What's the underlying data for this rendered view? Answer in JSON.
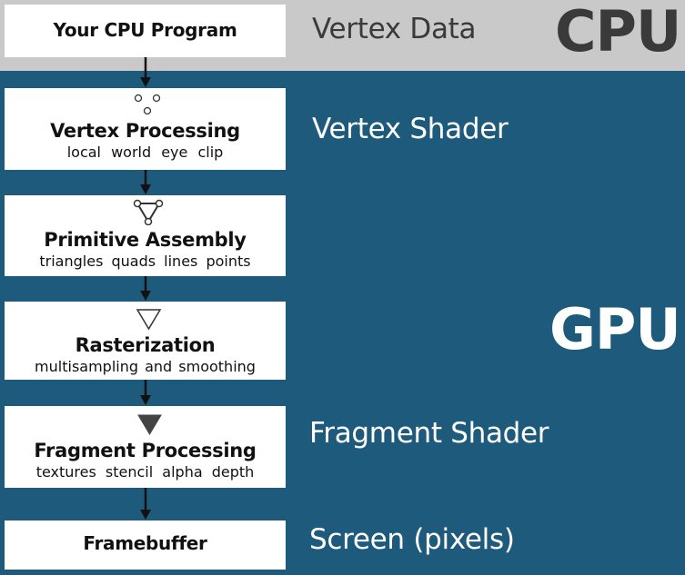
{
  "cpu_section": {
    "heading": "CPU",
    "program_box": "Your CPU Program",
    "right_label": "Vertex Data"
  },
  "gpu_section": {
    "heading": "GPU"
  },
  "stages": [
    {
      "title": "Vertex Processing",
      "subtitle": "local  world  eye  clip",
      "icon": "vertices-icon",
      "right_label": "Vertex Shader"
    },
    {
      "title": "Primitive Assembly",
      "subtitle": "triangles  quads  lines  points",
      "icon": "triangle-mesh-icon",
      "right_label": ""
    },
    {
      "title": "Rasterization",
      "subtitle": "multisampling and smoothing",
      "icon": "outline-triangle-icon",
      "right_label": ""
    },
    {
      "title": "Fragment Processing",
      "subtitle": "textures  stencil  alpha  depth",
      "icon": "filled-triangle-icon",
      "right_label": "Fragment Shader"
    }
  ],
  "final_stage": {
    "title": "Framebuffer",
    "right_label": "Screen (pixels)"
  },
  "colors": {
    "cpu_band": "#c9c9c9",
    "gpu_band": "#1d5a7c",
    "box": "#ffffff",
    "arrow": "#111111"
  }
}
